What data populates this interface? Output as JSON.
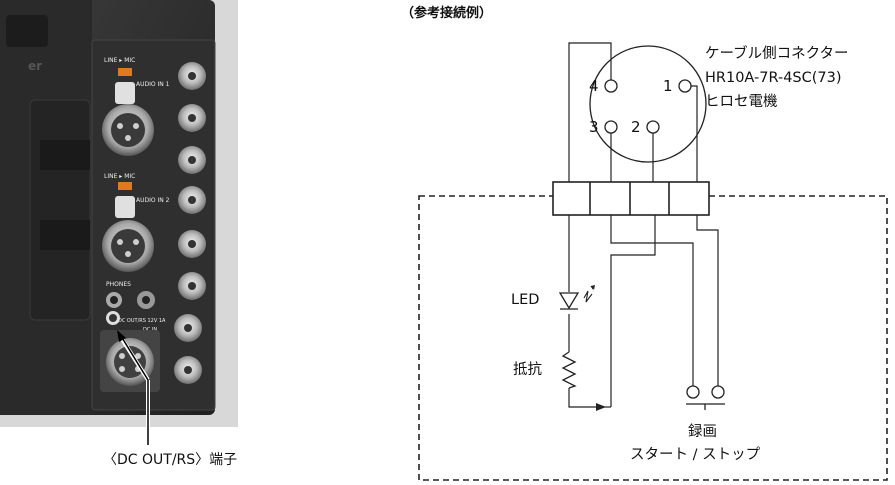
{
  "photo": {
    "connector_labels": {
      "audio_in1_switch": "LINE ▸ MIC",
      "audio_in1": "AUDIO IN 1",
      "audio_in2_switch": "LINE ▸ MIC",
      "audio_in2": "AUDIO IN 2",
      "phones": "PHONES",
      "dc_out_rs": "DC OUT/RS 12V 1A",
      "dc_in": "DC IN"
    },
    "caption": "〈DC OUT/RS〉端子"
  },
  "diagram": {
    "title": "（参考接続例）",
    "connector_name": [
      "ケーブル側コネクター",
      "HR10A-7R-4SC(73)",
      "ヒロセ電機"
    ],
    "pins": [
      "4",
      "1",
      "3",
      "2"
    ],
    "led_label": "LED",
    "resistor_label": "抵抗",
    "switch_label": [
      "録画",
      "スタート / ストップ"
    ]
  },
  "colors": {
    "line": "#222222",
    "photo_dark": "#2b2b2b",
    "photo_light": "#d9d9d9"
  }
}
